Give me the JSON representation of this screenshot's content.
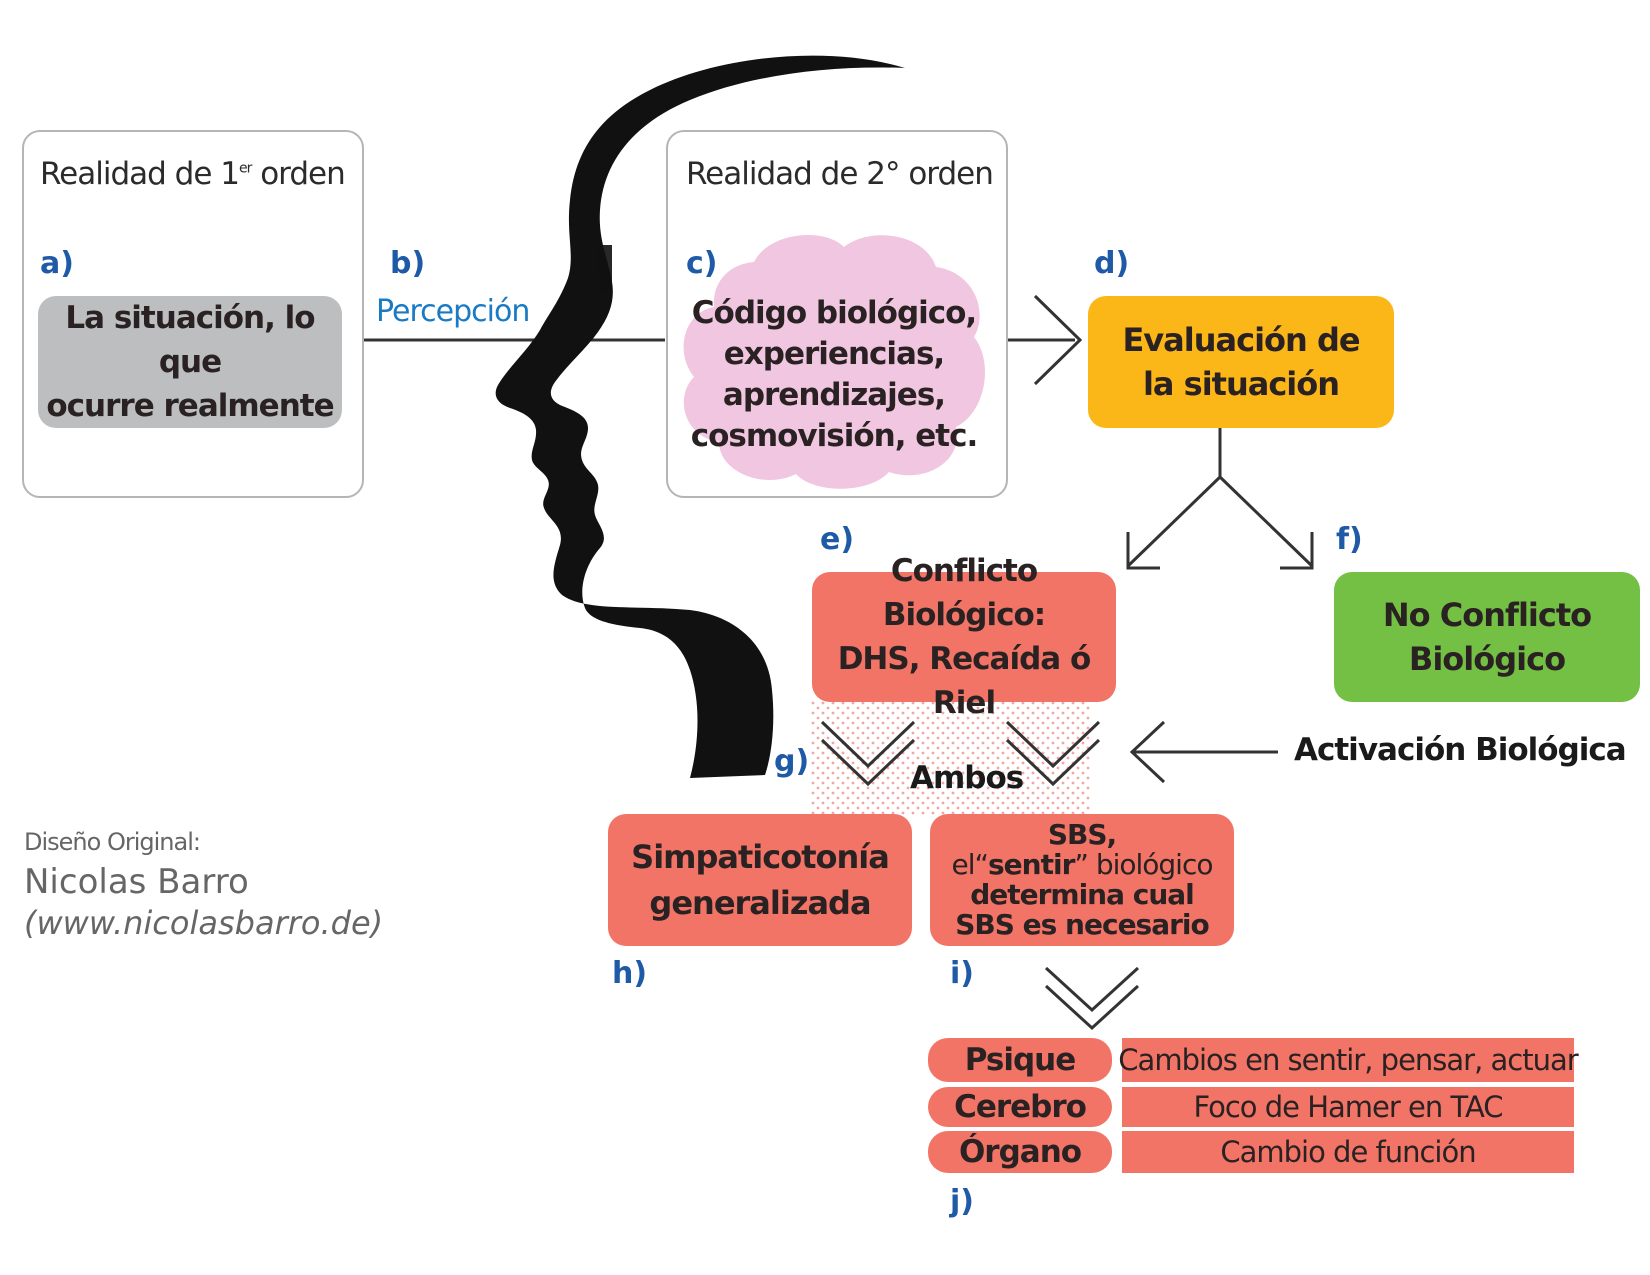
{
  "first_order": {
    "title": "Realidad de 1",
    "title_sup": "er",
    "title_end": " orden",
    "letter": "a)",
    "box_line1": "La situación, lo que",
    "box_line2": "ocurre realmente"
  },
  "perception": {
    "letter": "b)",
    "label": "Percepción"
  },
  "second_order": {
    "title": "Realidad de 2° orden",
    "letter": "c)",
    "cloud_lines": [
      "Código biológico,",
      "experiencias,",
      "aprendizajes,",
      "cosmovisión, etc."
    ]
  },
  "evaluation": {
    "letter": "d)",
    "line1": "Evaluación de",
    "line2": "la situación"
  },
  "conflict": {
    "letter": "e)",
    "line1": "Conflicto Biológico:",
    "line2": "DHS, Recaída ó Riel"
  },
  "no_conflict": {
    "letter": "f)",
    "line1": "No Conflicto",
    "line2": "Biológico"
  },
  "activation": {
    "label": "Activación Biológica"
  },
  "both": {
    "letter": "g)",
    "label": "Ambos"
  },
  "sympathicotonia": {
    "letter": "h)",
    "line1": "Simpaticotonía",
    "line2": "generalizada"
  },
  "sbs": {
    "letter": "i)",
    "line1": "SBS,",
    "line2_pre": "el“",
    "line2_bold": "sentir",
    "line2_post": "” biológico",
    "line3": "determina cual",
    "line4": "SBS es necesario"
  },
  "levels": {
    "letter": "j)",
    "rows": [
      {
        "level": "Psique",
        "effect": "Cambios en sentir, pensar, actuar"
      },
      {
        "level": "Cerebro",
        "effect": "Foco de Hamer en TAC"
      },
      {
        "level": "Órgano",
        "effect": "Cambio de función"
      }
    ]
  },
  "credit": {
    "label": "Diseño Original:",
    "author": "Nicolas Barro",
    "website": "(www.nicolasbarro.de)"
  },
  "colors": {
    "letters": "#1f5aa6",
    "perception": "#1a7ac4",
    "grey_box": "#bcbec0",
    "orange_box": "#fbb617",
    "red_box": "#f27466",
    "green_box": "#74c044",
    "cloud": "#f0c6e0"
  }
}
